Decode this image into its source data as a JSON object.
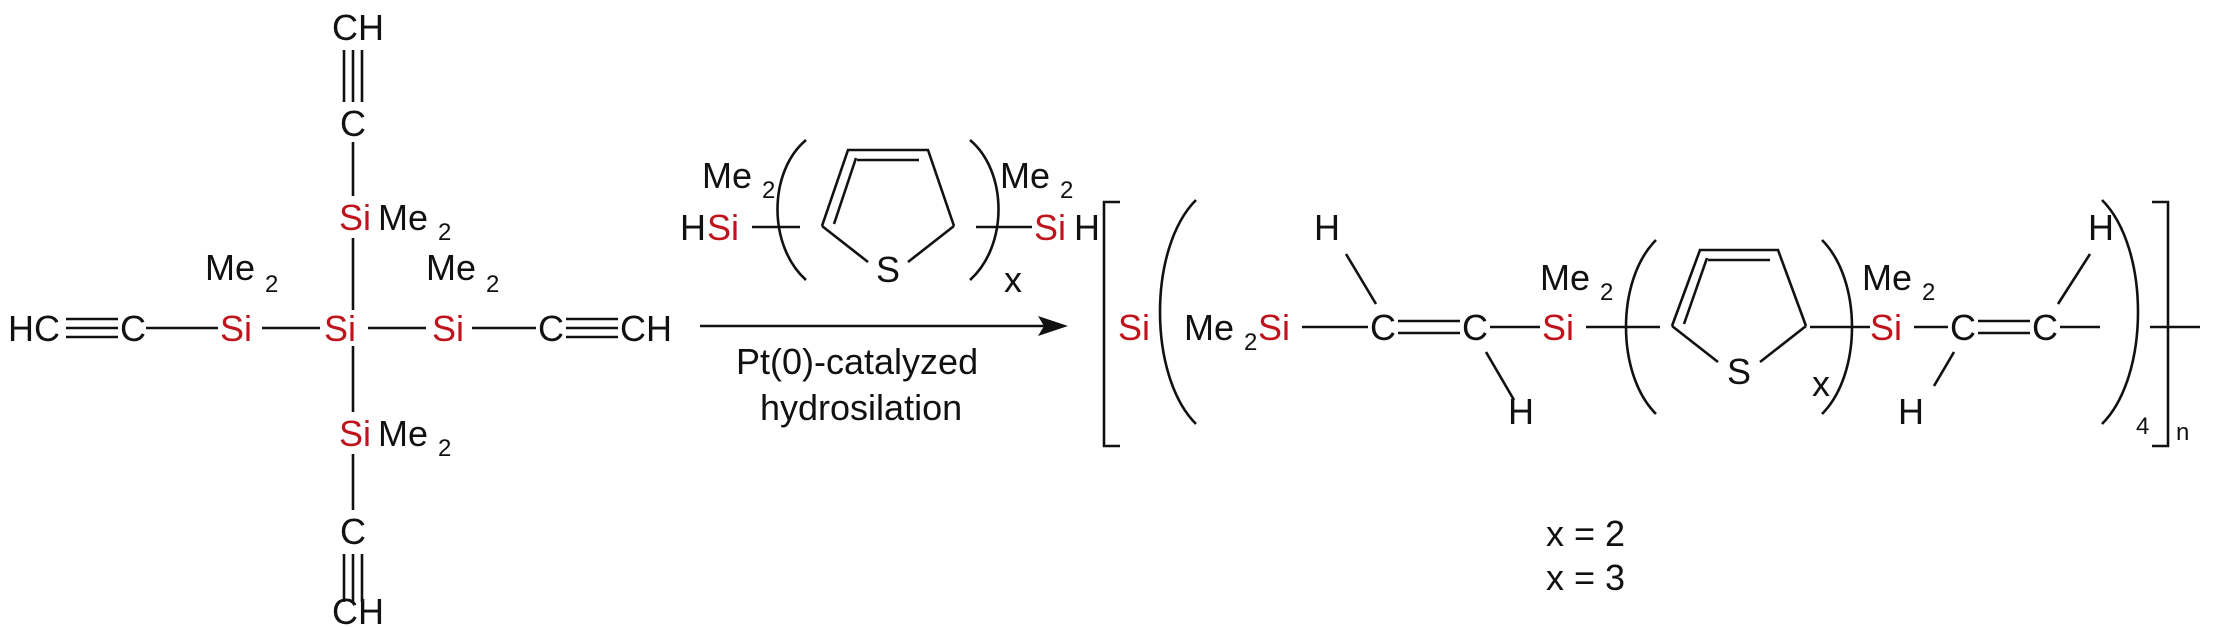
{
  "colors": {
    "silicon": "#c0141c",
    "platinum": "#49d12a",
    "ink": "#111111",
    "background": "#ffffff"
  },
  "atoms": {
    "CH": "CH",
    "C": "C",
    "H": "H",
    "HC": "HC",
    "Si": "Si",
    "S": "S",
    "Me": "Me",
    "sub2": "2",
    "x": "x",
    "n": "n",
    "four": "4"
  },
  "reagent": {
    "catalyst_metal": "Pt",
    "catalyst_rest": "(0)-catalyzed",
    "process": "hydrosilation"
  },
  "variants": [
    "x = 2",
    "x = 3"
  ]
}
